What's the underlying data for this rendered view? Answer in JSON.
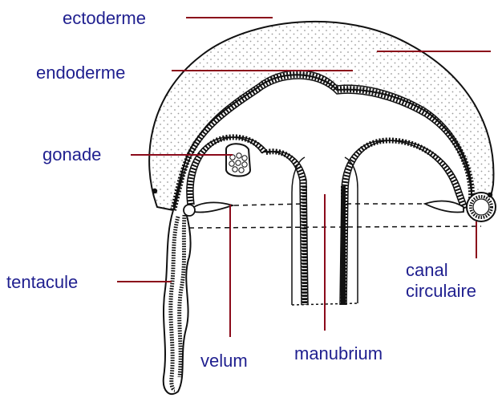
{
  "colors": {
    "label_text": "#1f1f8f",
    "leader_line": "#8b0a1a",
    "outline": "#111111",
    "stipple": "#9a9a9a",
    "cell_fill": "#ffffff"
  },
  "labels": {
    "ectoderme": "ectoderme",
    "endoderme": "endoderme",
    "gonade": "gonade",
    "tentacule": "tentacule",
    "velum": "velum",
    "manubrium": "manubrium",
    "canal_line1": "canal",
    "canal_line2": "circulaire"
  }
}
